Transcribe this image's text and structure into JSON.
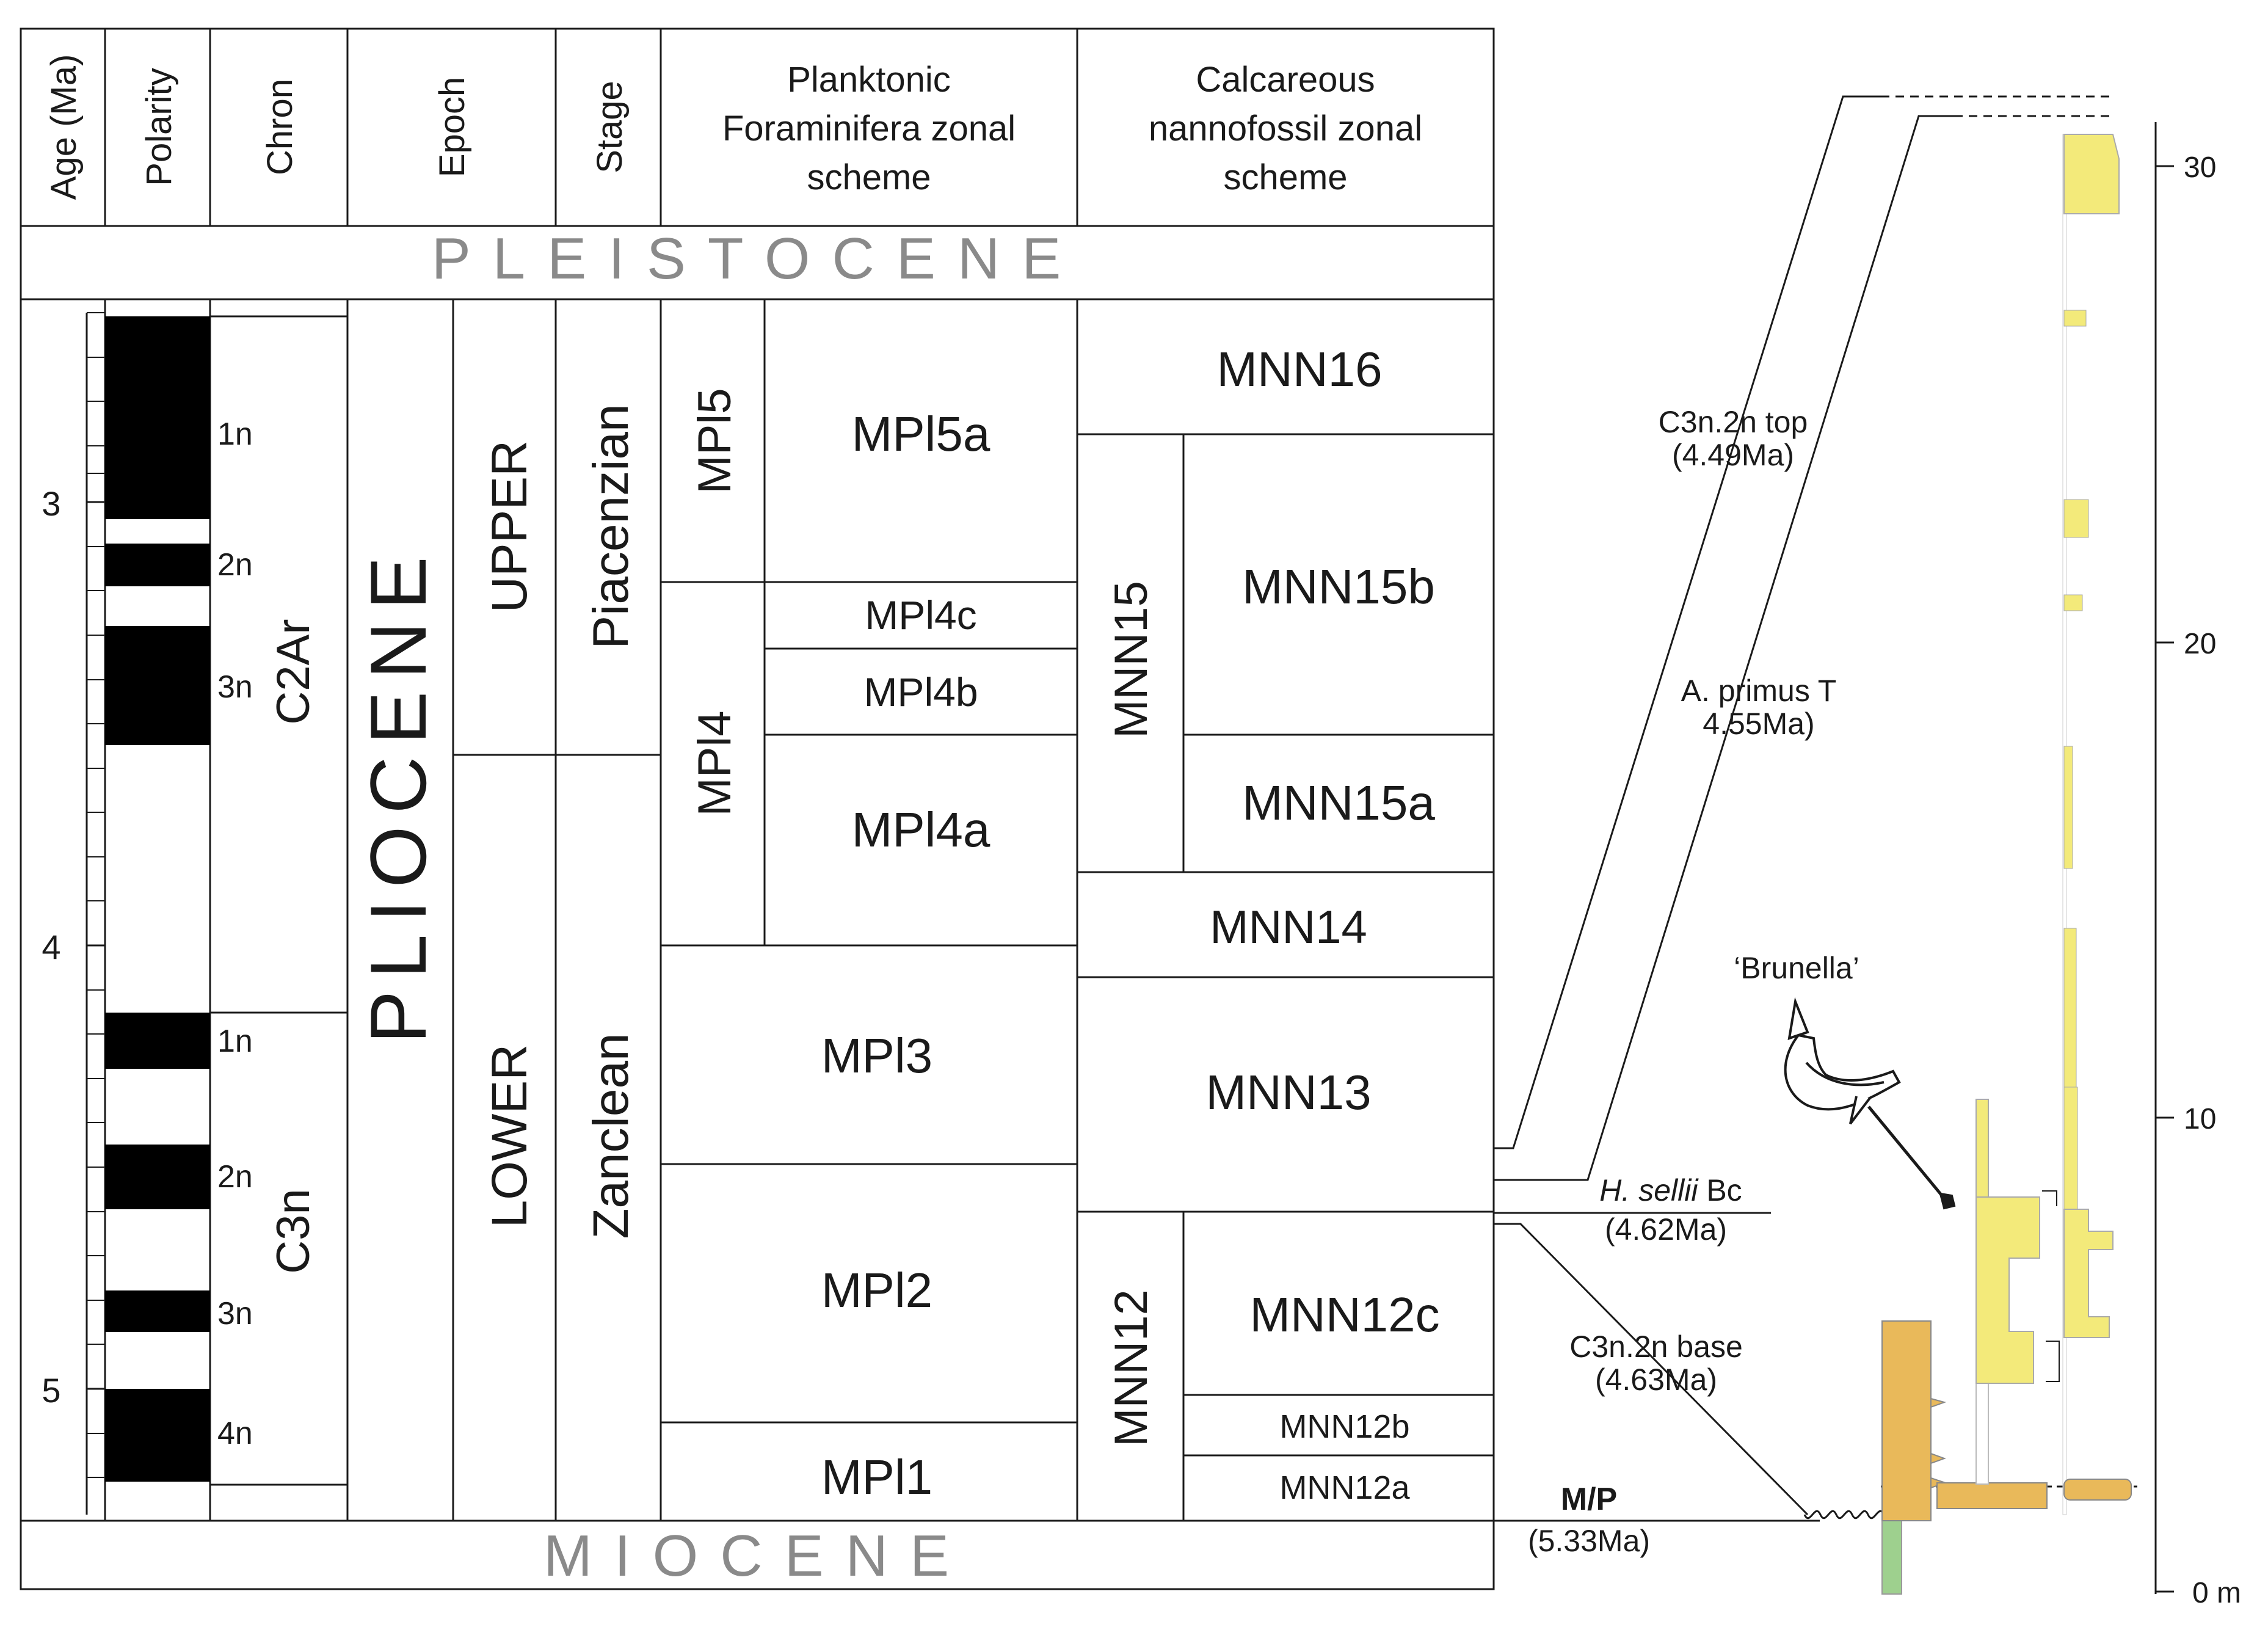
{
  "headers": {
    "age": "Age (Ma)",
    "polarity": "Polarity",
    "chron": "Chron",
    "epoch": "Epoch",
    "stage": "Stage",
    "foram": [
      "Planktonic",
      "Foraminifera zonal",
      "scheme"
    ],
    "nanno": [
      "Calcareous",
      "nannofossil zonal",
      "scheme"
    ]
  },
  "bands": {
    "top": "PLEISTOCENE",
    "bottom": "MIOCENE"
  },
  "age_ticks": [
    "3",
    "4",
    "5"
  ],
  "chrons": {
    "upper": {
      "label": "C2Ar",
      "subchrons": [
        "1n",
        "2n",
        "3n"
      ]
    },
    "lower": {
      "label": "C3n",
      "subchrons": [
        "1n",
        "2n",
        "3n",
        "4n"
      ]
    }
  },
  "epoch": "PLIOCENE",
  "subepochs": [
    "UPPER",
    "LOWER"
  ],
  "stages": [
    "Piacenzian",
    "Zanclean"
  ],
  "foram_zones": {
    "groups": [
      "MPl5",
      "MPl4"
    ],
    "zones": [
      "MPl5a",
      "MPl4c",
      "MPl4b",
      "MPl4a",
      "MPl3",
      "MPl2",
      "MPl1"
    ]
  },
  "nanno_zones": {
    "groups": [
      "MNN15",
      "MNN12"
    ],
    "zones": [
      "MNN16",
      "MNN15b",
      "MNN15a",
      "MNN14",
      "MNN13",
      "MNN12c",
      "MNN12b",
      "MNN12a"
    ]
  },
  "correlations": {
    "c3n2n_top": [
      "C3n.2n top",
      "(4.49Ma)"
    ],
    "a_primus": [
      "A. primus T",
      "4.55Ma)"
    ],
    "h_sellii": {
      "italic": "H. sellii",
      "suffix": " Bc",
      "age": "(4.62Ma)"
    },
    "c3n2n_base": [
      "C3n.2n base",
      "(4.63Ma)"
    ],
    "mp": {
      "label": "M/P",
      "age": "(5.33Ma)"
    }
  },
  "specimen": "‘Brunella’",
  "scale_ticks": [
    "30",
    "20",
    "10",
    "0 m"
  ],
  "colors": {
    "line": "#1a1a1a",
    "band_text": "#8a8a8a",
    "sand": "#f3ea7a",
    "sand_dark": "#e9b95a",
    "marl_green": "#9ed08e"
  }
}
